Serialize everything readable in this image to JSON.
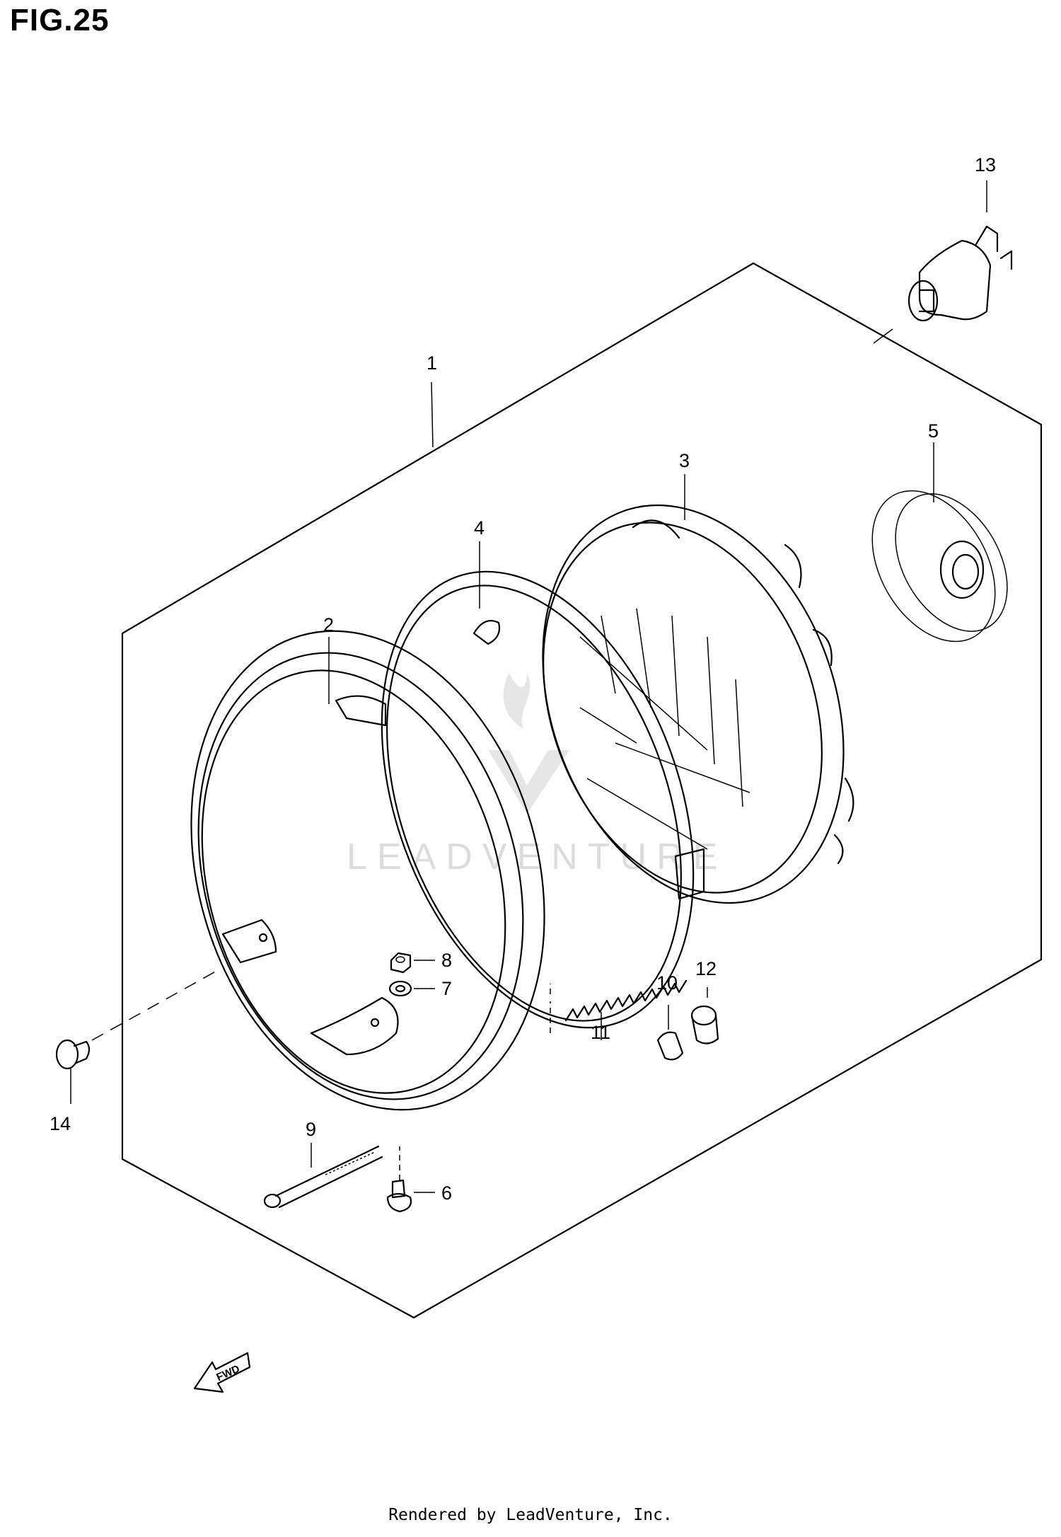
{
  "figure": {
    "title": "FIG.25"
  },
  "callouts": [
    "1",
    "2",
    "3",
    "4",
    "5",
    "6",
    "7",
    "8",
    "9",
    "10",
    "11",
    "12",
    "13",
    "14"
  ],
  "fwd_label": "FWD",
  "watermark": "LEADVENTURE",
  "footer": "Rendered by LeadVenture, Inc.",
  "colors": {
    "line": "#000000",
    "watermark": "#dcdcdc"
  }
}
